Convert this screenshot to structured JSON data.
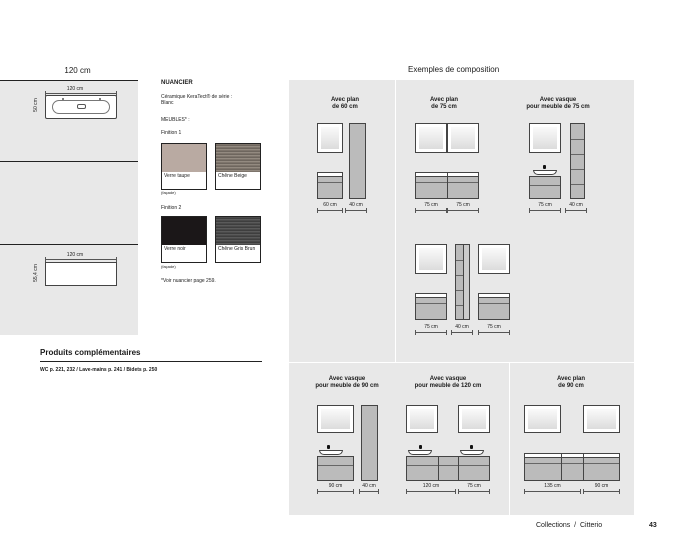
{
  "left": {
    "top_dim": "120 cm",
    "plan_dim_top": "120 cm",
    "plan_dim_side": "50 cm",
    "elev_dim_top": "120 cm",
    "elev_dim_side": "55,4 cm"
  },
  "nuancier": {
    "title": "NUANCIER",
    "ceramic": "Céramique KeraTect® de série :",
    "ceramic_color": "Blanc",
    "meubles": "MEUBLES* :",
    "finition1": "Finition 1",
    "finition2": "Finition 2",
    "swatches1": [
      {
        "label": "Verre taupe",
        "color": "#b9aaa2"
      },
      {
        "label": "Chêne Beige",
        "color": "#7d746b"
      }
    ],
    "swatches2": [
      {
        "label": "Verre noir",
        "color": "#1b1718"
      },
      {
        "label": "Chêne Gris Brun",
        "color": "#4a4a4a"
      }
    ],
    "facade": "(façade)",
    "note": "*Voir nuancier page 259."
  },
  "produits": {
    "title": "Produits complémentaires",
    "text": "WC p. 221, 232 / Lave-mains p. 241 / Bidets p. 250"
  },
  "compo": {
    "title": "Exemples de composition",
    "c1": {
      "title": "Avec plan\nde 60 cm",
      "d1": "60 cm",
      "d2": "40 cm"
    },
    "c2": {
      "title": "Avec plan\nde 75 cm",
      "d1": "75 cm",
      "d2": "75 cm"
    },
    "c3": {
      "title": "Avec vasque\npour meuble de 75 cm",
      "d1": "75 cm",
      "d2": "40 cm"
    },
    "c4": {
      "d1": "75 cm",
      "d2": "40 cm",
      "d3": "75 cm"
    },
    "c5": {
      "title": "Avec vasque\npour meuble de 90 cm",
      "d1": "90 cm",
      "d2": "40 cm"
    },
    "c6": {
      "title": "Avec vasque\npour meuble de 120 cm",
      "d1": "120 cm",
      "d2": "75 cm"
    },
    "c7": {
      "title": "Avec plan\nde 90 cm",
      "d1": "135 cm",
      "d2": "90 cm"
    }
  },
  "footer": {
    "section": "Collections  /  Citterio",
    "page": "43"
  }
}
